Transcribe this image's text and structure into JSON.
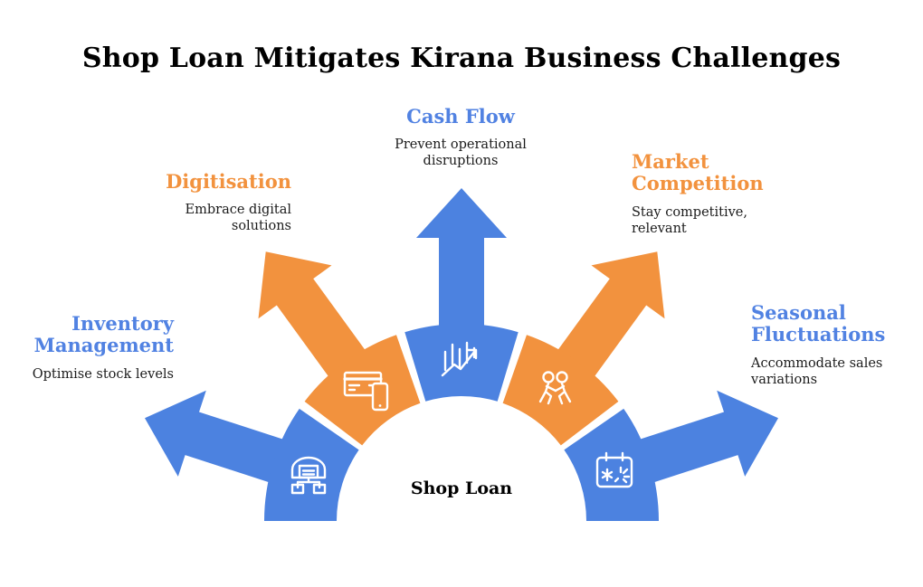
{
  "title": "Shop Loan Mitigates Kirana Business Challenges",
  "center_label": "Shop Loan",
  "colors": {
    "shape_blue": "#4C82E0",
    "shape_orange": "#F2923E",
    "heading_blue": "#5182E2",
    "heading_orange": "#F2923E",
    "body_text": "#1B1B1B",
    "icon_stroke": "#FFFFFF",
    "background": "#FFFFFF"
  },
  "segments": [
    {
      "id": "inventory-management",
      "heading": "Inventory Management",
      "description": "Optimise stock levels",
      "color": "blue",
      "icon": "warehouse-distribution-icon"
    },
    {
      "id": "digitisation",
      "heading": "Digitisation",
      "description": "Embrace digital solutions",
      "color": "orange",
      "icon": "card-and-phone-icon"
    },
    {
      "id": "cash-flow",
      "heading": "Cash Flow",
      "description": "Prevent operational disruptions",
      "color": "blue",
      "icon": "growth-chart-icon"
    },
    {
      "id": "market-competition",
      "heading": "Market Competition",
      "description": "Stay competitive, relevant",
      "color": "orange",
      "icon": "competing-people-icon"
    },
    {
      "id": "seasonal-fluctuations",
      "heading": "Seasonal Fluctuations",
      "description": "Accommodate sales variations",
      "color": "blue",
      "icon": "event-calendar-icon"
    }
  ]
}
